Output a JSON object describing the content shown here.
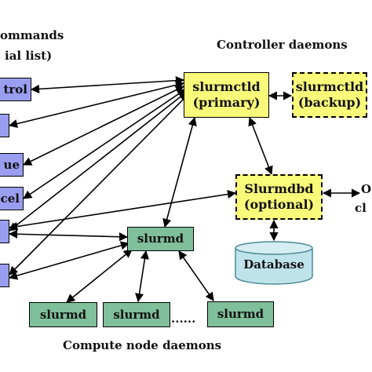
{
  "labels": {
    "commands_title": "ommands",
    "commands_subtitle": "ial list)",
    "controller_title": "Controller daemons",
    "compute_title": "Compute node daemons",
    "right_cut_top": "O",
    "right_cut_bottom": "cl",
    "ellipsis": "......"
  },
  "commands": [
    "trol",
    "",
    "ue",
    "cel",
    "",
    ""
  ],
  "controllers": {
    "primary": {
      "line1": "slurmctld",
      "line2": "(primary)"
    },
    "backup": {
      "line1": "slurmctld",
      "line2": "(backup)"
    },
    "slurmdbd": {
      "line1": "Slurmdbd",
      "line2": "(optional)"
    }
  },
  "database": {
    "label": "Database"
  },
  "nodes": {
    "center": "slurmd",
    "bottom": [
      "slurmd",
      "slurmd",
      "slurmd"
    ]
  },
  "colors": {
    "command_fill": "#9a9ef0",
    "controller_fill": "#fafa7a",
    "node_fill": "#7fbf9a",
    "database_fill": "#bfe3ea"
  }
}
